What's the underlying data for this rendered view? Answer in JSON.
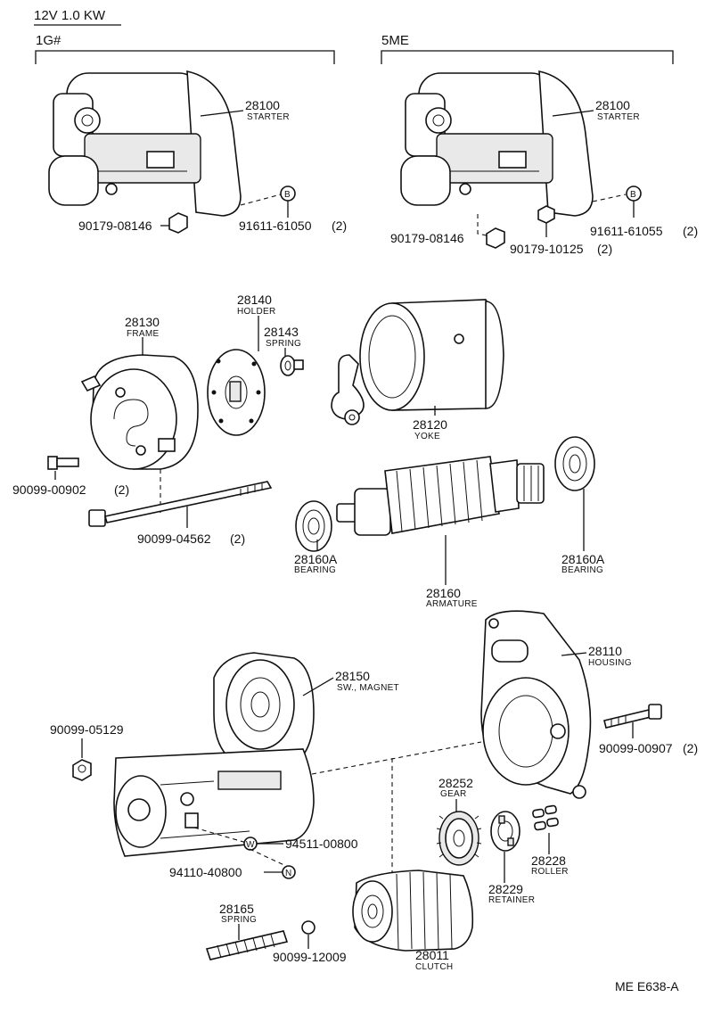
{
  "header": {
    "spec": "12V 1.0 KW",
    "variant_left": "1G#",
    "variant_right": "5ME"
  },
  "parts": {
    "starter_left": {
      "number": "28100",
      "name": "STARTER"
    },
    "starter_right": {
      "number": "28100",
      "name": "STARTER"
    },
    "nut_left": {
      "number": "90179-08146"
    },
    "bolt_left": {
      "number": "91611-61050",
      "qty": "(2)",
      "callout": "B"
    },
    "nut_right_a": {
      "number": "90179-08146"
    },
    "nut_right_b": {
      "number": "90179-10125",
      "qty": "(2)"
    },
    "bolt_right": {
      "number": "91611-61055",
      "qty": "(2)",
      "callout": "B"
    },
    "frame": {
      "number": "28130",
      "name": "FRAME"
    },
    "holder": {
      "number": "28140",
      "name": "HOLDER"
    },
    "spring_holder": {
      "number": "28143",
      "name": "SPRING"
    },
    "yoke": {
      "number": "28120",
      "name": "YOKE"
    },
    "screw_frame": {
      "number": "90099-00902",
      "qty": "(2)"
    },
    "through_bolt": {
      "number": "90099-04562",
      "qty": "(2)"
    },
    "bearing_left": {
      "number": "28160A",
      "name": "BEARING"
    },
    "bearing_right": {
      "number": "28160A",
      "name": "BEARING"
    },
    "armature": {
      "number": "28160",
      "name": "ARMATURE"
    },
    "housing": {
      "number": "28110",
      "name": "HOUSING"
    },
    "magnet_switch": {
      "number": "28150",
      "name": "SW., MAGNET"
    },
    "nut_switch": {
      "number": "90099-05129"
    },
    "bolt_housing": {
      "number": "90099-00907",
      "qty": "(2)"
    },
    "washer": {
      "number": "94511-00800",
      "callout": "W"
    },
    "nut_terminal": {
      "number": "94110-40800",
      "callout": "N"
    },
    "gear": {
      "number": "28252",
      "name": "GEAR"
    },
    "roller": {
      "number": "28228",
      "name": "ROLLER"
    },
    "retainer": {
      "number": "28229",
      "name": "RETAINER"
    },
    "spring_plunger": {
      "number": "28165",
      "name": "SPRING"
    },
    "ball": {
      "number": "90099-12009"
    },
    "clutch": {
      "number": "28011",
      "name": "CLUTCH"
    }
  },
  "footer": {
    "code": "ME E638-A"
  }
}
